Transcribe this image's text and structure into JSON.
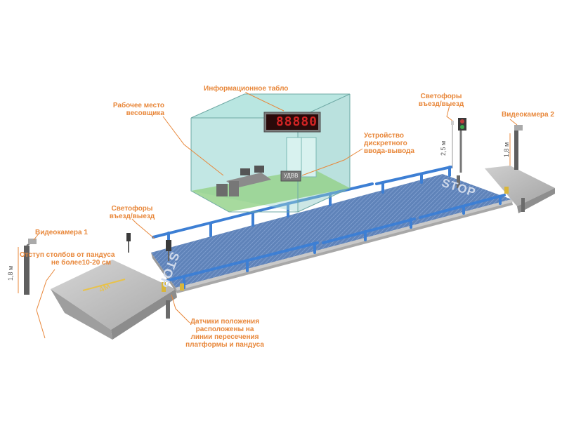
{
  "labels": {
    "info_board": "Информационное табло",
    "workplace": [
      "Рабочее место",
      "весовщика"
    ],
    "io_device": [
      "Устройство",
      "дискретного",
      "ввода-вывода"
    ],
    "lights_right": [
      "Светофоры",
      "въезд/выезд"
    ],
    "camera_2": "Видеокамера 2",
    "lights_left": [
      "Светофоры",
      "въезд/выезд"
    ],
    "camera_1": "Видеокамера 1",
    "offset_note": [
      "Отступ столбов от пандуса",
      "не более10-20 см"
    ],
    "sensors_note": [
      "Датчики положения",
      "расположены на",
      "линии пересечения",
      "платформы и пандуса"
    ]
  },
  "display_value": "88880",
  "io_box_text": "УДВВ",
  "floor_text": {
    "stop_near": "STOP",
    "stop_far": "STOP",
    "ramp_length": "4м"
  },
  "dimensions": {
    "pole_left": "1,8 м",
    "pole_right_light": "2,5 м",
    "pole_right_camera": "1,8 м"
  },
  "colors": {
    "accent": "#e8873a",
    "rail": "#3d7fd4",
    "platform": "#5b7fb5",
    "display": "#cc1f1f",
    "booth": "#9fd6d2"
  }
}
